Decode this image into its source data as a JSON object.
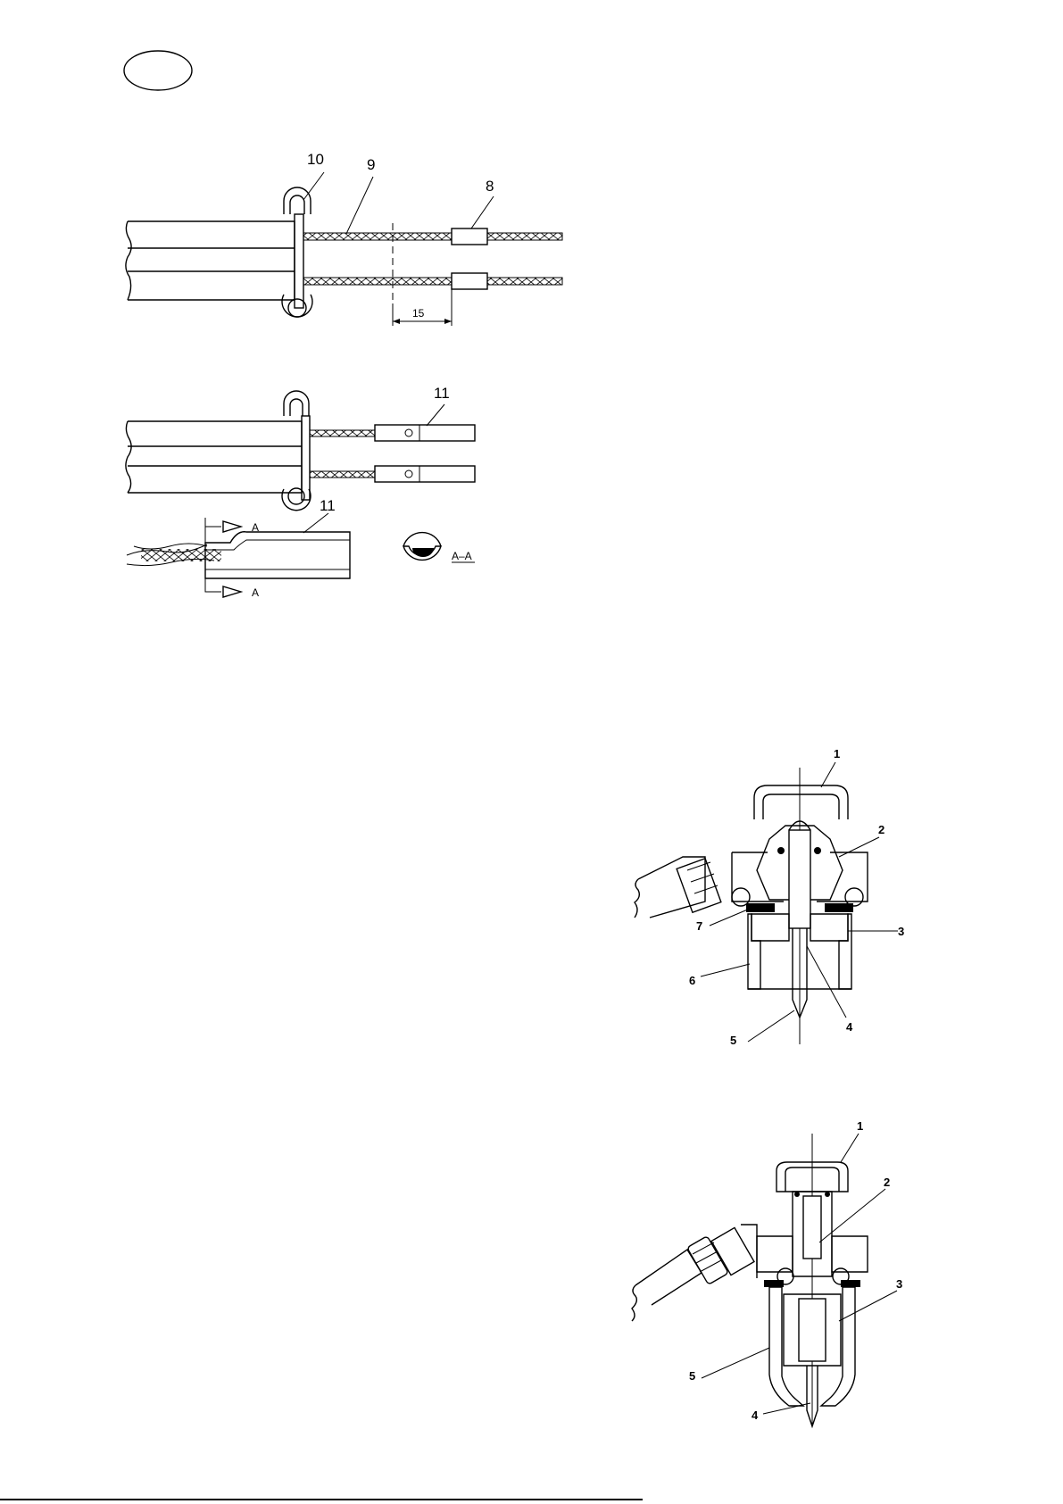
{
  "figure1": {
    "callouts": [
      "10",
      "9",
      "8"
    ],
    "dimension": "15"
  },
  "figure2": {
    "callout": "11"
  },
  "figure3": {
    "callout": "11",
    "section_marker": "A",
    "section_label": "A–A"
  },
  "figure4": {
    "callouts": [
      "1",
      "2",
      "3",
      "4",
      "5",
      "6",
      "7"
    ]
  },
  "figure5": {
    "callouts": [
      "1",
      "2",
      "3",
      "4",
      "5"
    ]
  }
}
